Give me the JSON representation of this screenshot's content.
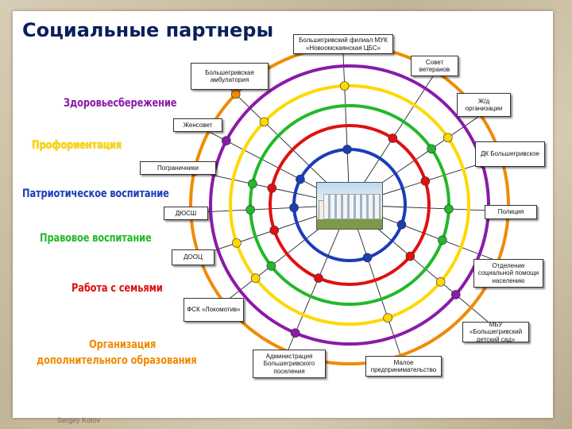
{
  "title": "Социальные партнеры",
  "directions": [
    {
      "text": "Здоровьесбережение",
      "color": "#8a1aa8"
    },
    {
      "text": "Профориентация",
      "color": "#ffd800"
    },
    {
      "text": "Патриотическое воспитание",
      "color": "#1a3db8"
    },
    {
      "text": "Правовое воспитание",
      "color": "#22b82a"
    },
    {
      "text": "Работа с семьями",
      "color": "#e01010"
    },
    {
      "text": "Организация",
      "color": "#f08a00"
    },
    {
      "text": "дополнительного образования",
      "color": "#f08a00"
    }
  ],
  "partners": [
    "Большегривский филиал МУК «Новоомскаянская ЦБС»",
    "Совет ветеранов",
    "Ж/д организации",
    "ДК Большегривское",
    "Полиция",
    "Отделение социальной помощи населению",
    "МБУ «Большегривский детский сад»",
    "Малое предпринимательство",
    "Администрация Большегривского поселения",
    "ФСК «Локомотив»",
    "ДООЦ",
    "ДЮСШ",
    "Пограничники",
    "Женсовет",
    "Большегривская амбулатория"
  ],
  "ring_colors": [
    "#1a3db8",
    "#e01010",
    "#22b82a",
    "#ffd800",
    "#8a1aa8",
    "#f08a00"
  ],
  "footer": "Sergey Kotov"
}
